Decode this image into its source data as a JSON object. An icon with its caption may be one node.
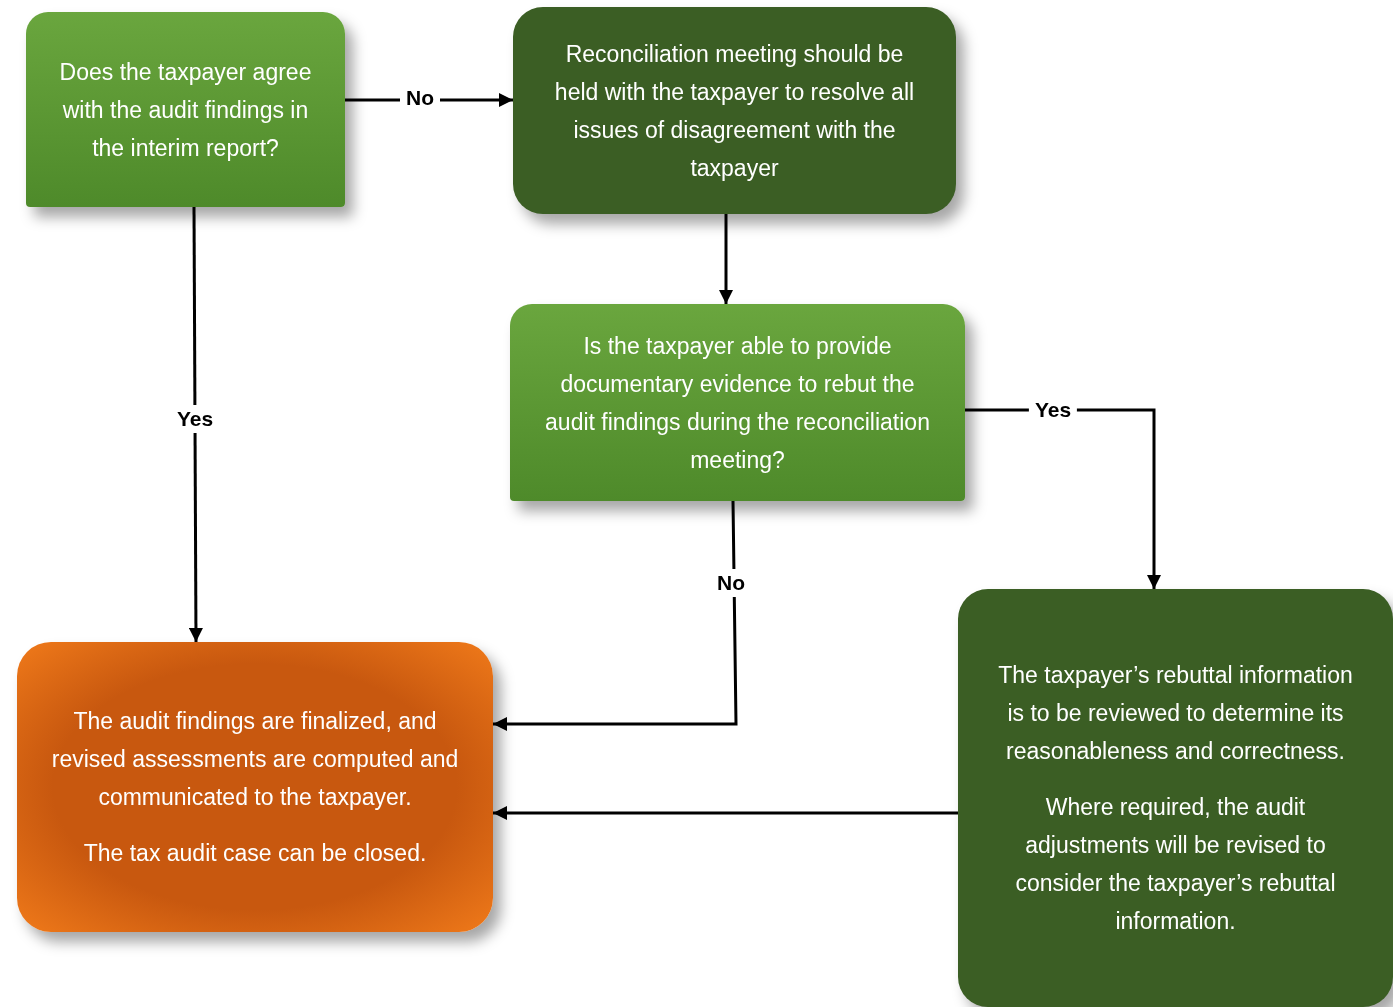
{
  "diagram": {
    "nodes": [
      {
        "text": [
          "Does the taxpayer agree with the audit findings in the interim report?"
        ]
      },
      {
        "text": [
          "Reconciliation meeting should be held with the taxpayer to resolve all issues of disagreement with the taxpayer"
        ]
      },
      {
        "text": [
          "Is the taxpayer able to provide documentary evidence to rebut the audit findings during the reconciliation meeting?"
        ]
      },
      {
        "text": [
          "The audit findings are finalized, and revised assessments are computed and communicated to the taxpayer.",
          "The tax audit case can be closed."
        ]
      },
      {
        "text": [
          "The taxpayer’s rebuttal information is to be reviewed to determine its reasonableness and correctness.",
          "Where required, the audit adjustments will be revised to consider the taxpayer’s rebuttal information."
        ]
      }
    ],
    "edges": [
      {
        "from": 0,
        "to": 1,
        "arrow": "to",
        "label": "No"
      },
      {
        "from": 1,
        "to": 2,
        "arrow": "to"
      },
      {
        "from": 0,
        "to": 3,
        "arrow": "to",
        "label": "Yes"
      },
      {
        "from": 2,
        "to": 4,
        "arrow": "to",
        "label": "Yes"
      },
      {
        "from": 2,
        "to": 3,
        "arrow": "to",
        "label": "No"
      },
      {
        "from": 4,
        "to": 3,
        "arrow": "to"
      }
    ]
  }
}
